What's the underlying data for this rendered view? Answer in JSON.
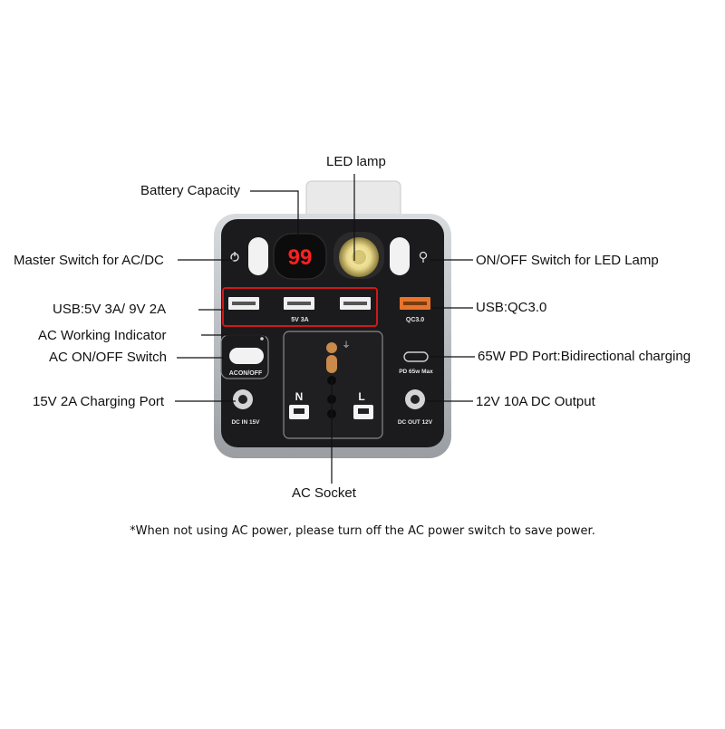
{
  "device": {
    "display_value": "99",
    "usb_group_label": "5V 3A",
    "qc_port_label": "QC3.0",
    "pd_port_label": "PD 65w Max",
    "ac_switch_label": "ACON/OFF",
    "dc_in_label": "DC IN 15V",
    "dc_out_label": "DC OUT 12V",
    "neutral_label": "N",
    "live_label": "L",
    "ground_symbol": "⏚",
    "colors": {
      "panel": "#1b1b1d",
      "frame": "#b8bcc0",
      "display_red": "#ff2020",
      "usb_outline": "#d01818",
      "qc_orange": "#e8742a",
      "led_yellow": "#f2e6a6"
    }
  },
  "callouts": {
    "led_lamp": "LED lamp",
    "battery_capacity": "Battery Capacity",
    "master_switch": "Master Switch for AC/DC",
    "led_switch": "ON/OFF Switch for LED Lamp",
    "usb_5v": "USB:5V 3A/ 9V 2A",
    "usb_qc": "USB:QC3.0",
    "ac_indicator": "AC Working Indicator",
    "ac_switch": "AC ON/OFF Switch",
    "pd_port": "65W PD Port:Bidirectional charging",
    "charging_port": "15V 2A Charging Port",
    "dc_output": "12V 10A DC Output",
    "ac_socket": "AC Socket"
  },
  "footnote": "*When not using AC power, please turn off the AC power switch to save power."
}
